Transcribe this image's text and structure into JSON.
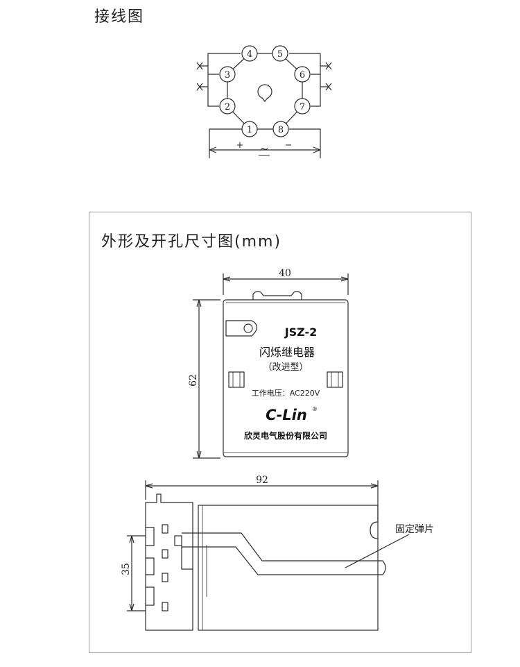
{
  "wiring": {
    "title": "接线图",
    "pins": [
      "1",
      "2",
      "3",
      "4",
      "5",
      "6",
      "7",
      "8"
    ],
    "plus": "+",
    "minus": "−",
    "ac_symbol": "~"
  },
  "dimensions": {
    "title": "外形及开孔尺寸图(mm)",
    "width_front": "40",
    "height_front": "62",
    "length_side": "92",
    "height_side": "35",
    "spring_label": "固定弹片"
  },
  "device": {
    "model": "JSZ-2",
    "name": "闪烁继电器",
    "subtitle": "（改进型）",
    "voltage": "工作电压：AC220V",
    "brand": "C-Lin",
    "company": "欣灵电气股份有限公司"
  },
  "colors": {
    "line": "#2a2a2a",
    "frame": "#9a9a9a"
  }
}
